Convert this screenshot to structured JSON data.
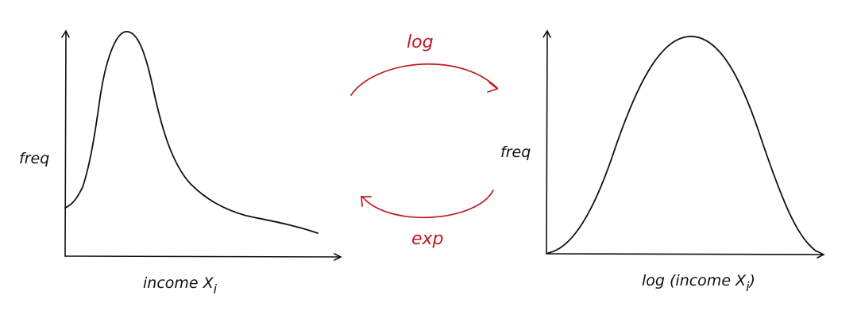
{
  "left_panel": {
    "y_label": "freq",
    "x_label": "income X",
    "x_label_subscript": "i"
  },
  "right_panel": {
    "y_label": "freq",
    "x_label": "log (income X",
    "x_label_subscript": "i",
    "x_label_close": ")"
  },
  "transforms": {
    "forward_label": "log",
    "inverse_label": "exp",
    "color": "#c0191f"
  },
  "ink_color": "#111111"
}
